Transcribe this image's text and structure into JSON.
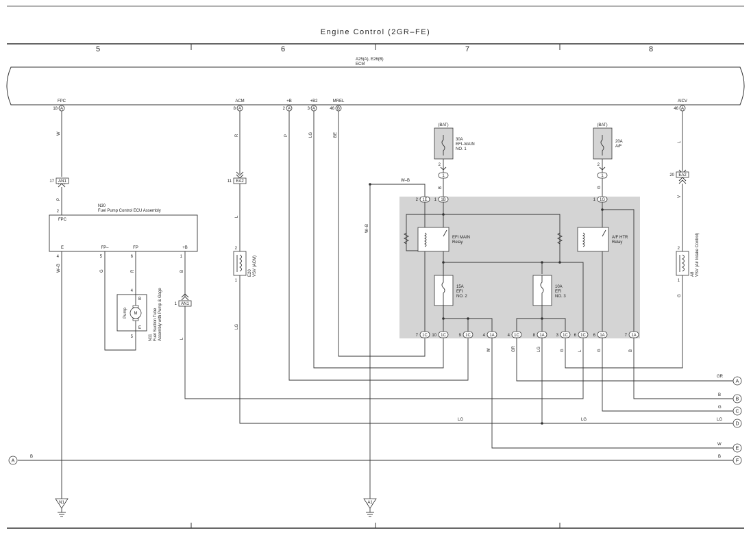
{
  "title": "Engine Control (2GR–FE)",
  "column_numbers": [
    "5",
    "6",
    "7",
    "8"
  ],
  "ecm": {
    "ref": "A25(A), E26(B)",
    "name": "ECM"
  },
  "ecm_pins": [
    {
      "name": "FPC",
      "num": "18",
      "conn": "A"
    },
    {
      "name": "ACM",
      "num": "8",
      "conn": "A"
    },
    {
      "name": "+B",
      "num": "2",
      "conn": "A"
    },
    {
      "name": "+B2",
      "num": "3",
      "conn": "A"
    },
    {
      "name": "MREL",
      "num": "46",
      "conn": "B"
    },
    {
      "name": "AICV",
      "num": "46",
      "conn": "A"
    }
  ],
  "wire_colors": {
    "fpc": "W",
    "acm": "R",
    "pb": "P",
    "pb2": "LG",
    "mrel": "BE",
    "aicv": "L",
    "an1_p": "P",
    "ea2_l": "L",
    "ea2_v": "V",
    "vsv_lg": "LG",
    "vsv_g": "G",
    "e_wb": "W–B",
    "fpm_g": "G",
    "fp_r": "R",
    "pb_b": "B",
    "an1_l": "L",
    "efi_b": "B",
    "af_g": "G",
    "wb_top": "W–B",
    "wb_vert": "W–B",
    "b_w": "W",
    "b_gr": "GR",
    "b_lg": "LG",
    "b_g": "G",
    "b_l": "L",
    "b_g2": "G",
    "b_b": "B"
  },
  "connectors": {
    "an1_top": {
      "num": "17",
      "id": "AN1"
    },
    "an1_fpc": {
      "num": "2",
      "label": "FPC"
    },
    "ea2_acm": {
      "num": "11",
      "id": "EA2"
    },
    "ea2_aicv": {
      "num": "20",
      "id": "EA2"
    },
    "an1_bot": {
      "num": "1",
      "id": "AN1"
    }
  },
  "fuses": [
    {
      "bat": "(BAT)",
      "rating": "30A",
      "name": "EFI–MAIN",
      "name2": "NO. 1",
      "pin": "2",
      "circle": "1"
    },
    {
      "bat": "(BAT)",
      "rating": "20A",
      "name": "A/F",
      "name2": "",
      "pin": "2",
      "circle": "1"
    }
  ],
  "n30": {
    "ref": "N30",
    "name": "Fuel Pump Control ECU Assembly",
    "pins": [
      {
        "name": "E",
        "num": "4"
      },
      {
        "name": "FP–",
        "num": "5"
      },
      {
        "name": "FP",
        "num": "6"
      },
      {
        "name": "+B",
        "num": "1"
      }
    ]
  },
  "pump": {
    "ref": "N11",
    "name": "Fuel Suction Tube",
    "name2": "Assembly with Pump & Gage",
    "label": "Pump",
    "motor": "M",
    "pins": [
      {
        "num": "4",
        "label": "B"
      },
      {
        "num": "5",
        "label": "E"
      }
    ]
  },
  "vsv_acm": {
    "ref": "E20",
    "name": "VSV (ACM)",
    "pin_top": "2",
    "pin_bot": "1"
  },
  "vsv_aic": {
    "ref": "A8",
    "name": "VSV (Air Intake Control)",
    "pin_top": "2",
    "pin_bot": "1"
  },
  "relay_box": {
    "top_connectors": [
      {
        "num": "2",
        "id": "1E"
      },
      {
        "num": "1",
        "id": "1B"
      },
      {
        "num": "1",
        "id": "1G"
      }
    ],
    "relays": [
      {
        "name": "EFI MAIN",
        "name2": "Relay"
      },
      {
        "name": "A/F HTR",
        "name2": "Relay"
      }
    ],
    "fuses": [
      {
        "rating": "15A",
        "name": "EFI",
        "name2": "NO. 2"
      },
      {
        "rating": "10A",
        "name": "EFI",
        "name2": "NO. 3"
      }
    ],
    "bottom_connectors": [
      {
        "num": "7",
        "id": "1C"
      },
      {
        "num": "10",
        "id": "1C"
      },
      {
        "num": "9",
        "id": "1C"
      },
      {
        "num": "4",
        "id": "1A"
      },
      {
        "num": "4",
        "id": "1C"
      },
      {
        "num": "8",
        "id": "1A"
      },
      {
        "num": "3",
        "id": "1C"
      },
      {
        "num": "6",
        "id": "1C"
      },
      {
        "num": "6",
        "id": "1A"
      },
      {
        "num": "7",
        "id": "1A"
      }
    ]
  },
  "ground_points": [
    "N1",
    "A1"
  ],
  "offpage_right": [
    {
      "id": "A",
      "color": "GR"
    },
    {
      "id": "B",
      "color": "B"
    },
    {
      "id": "C",
      "color": "G"
    },
    {
      "id": "D",
      "color": "LG"
    },
    {
      "id": "E",
      "color": "W"
    },
    {
      "id": "F",
      "color": "B"
    }
  ],
  "extra_labels": {
    "d_mid": "LG",
    "d_left": "LG"
  },
  "offpage_left": {
    "id": "A",
    "color": "B"
  },
  "colors": {
    "line": "#333333",
    "relay_box_fill": "#d4d4d4",
    "background": "#ffffff"
  }
}
